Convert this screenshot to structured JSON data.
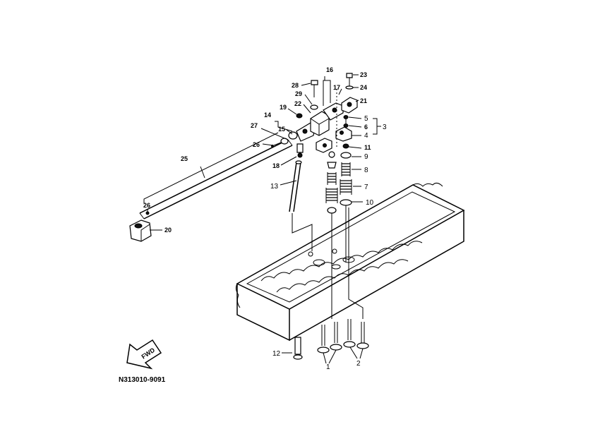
{
  "callouts": [
    {
      "id": "c1",
      "label": "1"
    },
    {
      "id": "c2",
      "label": "2"
    },
    {
      "id": "c3",
      "label": "3"
    },
    {
      "id": "c4",
      "label": "4"
    },
    {
      "id": "c5",
      "label": "5"
    },
    {
      "id": "c6",
      "label": "6"
    },
    {
      "id": "c7",
      "label": "7"
    },
    {
      "id": "c8",
      "label": "8"
    },
    {
      "id": "c9",
      "label": "9"
    },
    {
      "id": "c10",
      "label": "10"
    },
    {
      "id": "c11",
      "label": "11"
    },
    {
      "id": "c12",
      "label": "12"
    },
    {
      "id": "c13",
      "label": "13"
    },
    {
      "id": "c14",
      "label": "14"
    },
    {
      "id": "c15",
      "label": "15"
    },
    {
      "id": "c16",
      "label": "16"
    },
    {
      "id": "c17",
      "label": "17"
    },
    {
      "id": "c18",
      "label": "18"
    },
    {
      "id": "c19",
      "label": "19"
    },
    {
      "id": "c20",
      "label": "20"
    },
    {
      "id": "c21",
      "label": "21"
    },
    {
      "id": "c22",
      "label": "22"
    },
    {
      "id": "c23",
      "label": "23"
    },
    {
      "id": "c24",
      "label": "24"
    },
    {
      "id": "c25",
      "label": "25"
    },
    {
      "id": "c26a",
      "label": "26"
    },
    {
      "id": "c26b",
      "label": "26"
    },
    {
      "id": "c27",
      "label": "27"
    },
    {
      "id": "c28",
      "label": "28"
    },
    {
      "id": "c29",
      "label": "29"
    }
  ],
  "direction_arrow": {
    "label": "FWD",
    "icon": "forward-arrow-icon"
  },
  "drawing_code": "N313010-9091"
}
